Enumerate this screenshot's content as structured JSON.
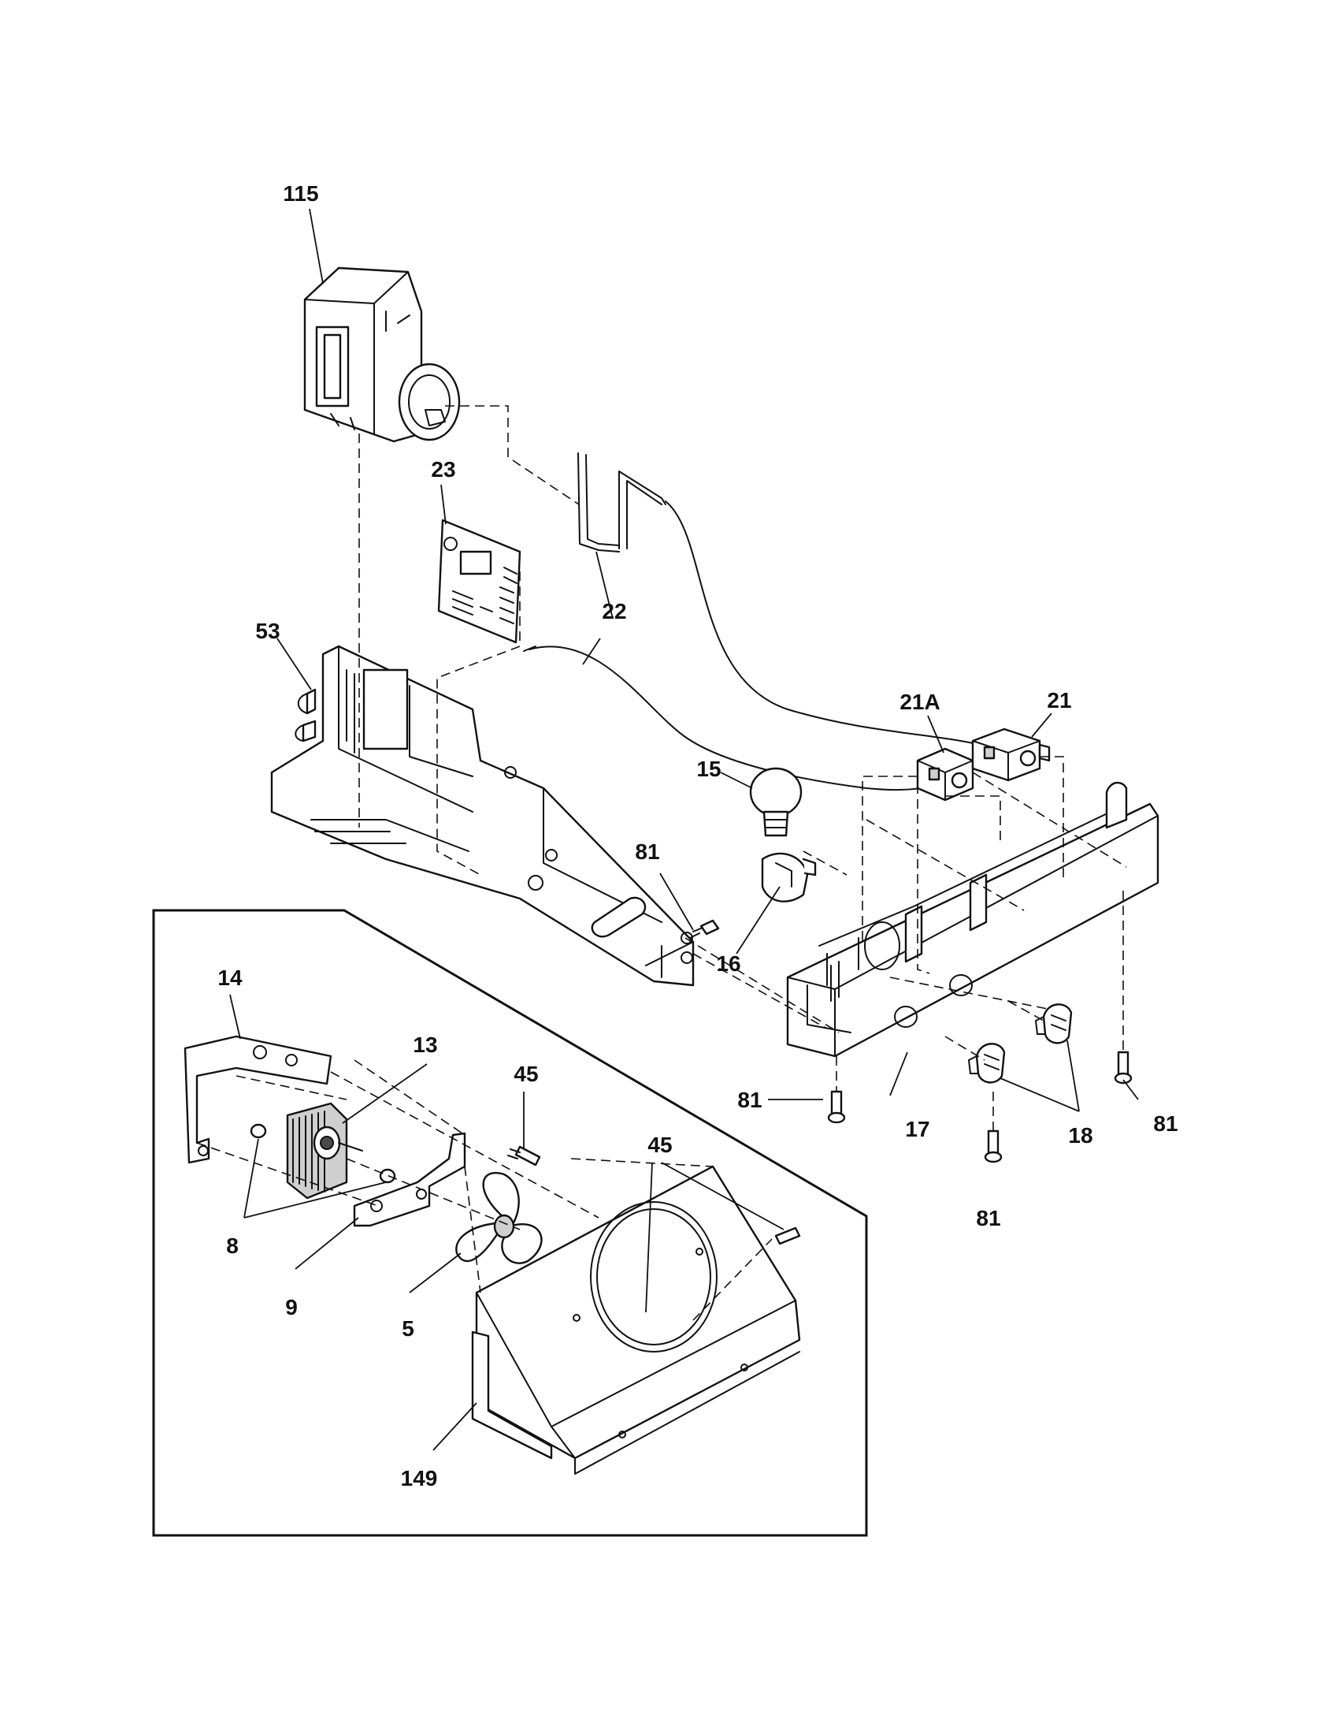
{
  "callouts": {
    "c115": "115",
    "c23": "23",
    "c22": "22",
    "c53": "53",
    "c21A": "21A",
    "c21": "21",
    "c15": "15",
    "c81a": "81",
    "c16": "16",
    "c14": "14",
    "c13": "13",
    "c45a": "45",
    "c45b": "45",
    "c17": "17",
    "c18": "18",
    "c81b": "81",
    "c81c": "81",
    "c81d": "81",
    "c8": "8",
    "c9": "9",
    "c5": "5",
    "c149": "149"
  }
}
